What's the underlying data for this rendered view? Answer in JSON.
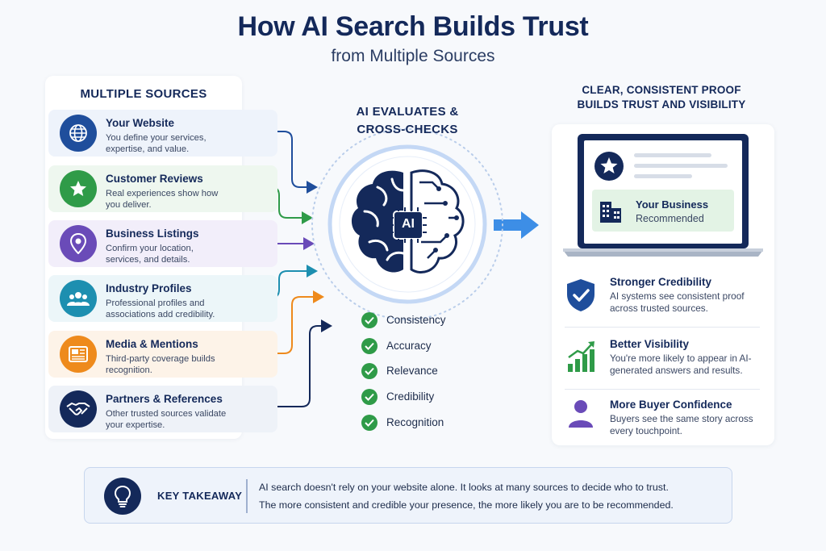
{
  "header": {
    "title": "How AI Search Builds Trust",
    "subtitle": "from Multiple Sources"
  },
  "sources": {
    "heading": "MULTIPLE SOURCES",
    "items": [
      {
        "title": "Your Website",
        "desc": "You define your services, expertise, and value.",
        "icon": "globe-icon",
        "color": "#1f4e9c",
        "tint": "#eef3fb"
      },
      {
        "title": "Customer Reviews",
        "desc": "Real experiences show how you deliver.",
        "icon": "star-icon",
        "color": "#2f9b48",
        "tint": "#eef7ef"
      },
      {
        "title": "Business Listings",
        "desc": "Confirm your location, services, and details.",
        "icon": "location-pin-icon",
        "color": "#6a4bb8",
        "tint": "#f2eefa"
      },
      {
        "title": "Industry Profiles",
        "desc": "Professional profiles and associations add credibility.",
        "icon": "people-group-icon",
        "color": "#1d8fb0",
        "tint": "#ecf6f9"
      },
      {
        "title": "Media & Mentions",
        "desc": "Third-party coverage builds recognition.",
        "icon": "newspaper-icon",
        "color": "#ee8a1c",
        "tint": "#fdf3e8"
      },
      {
        "title": "Partners & References",
        "desc": "Other trusted sources validate your expertise.",
        "icon": "handshake-icon",
        "color": "#14295a",
        "tint": "#eef2f8"
      }
    ]
  },
  "center": {
    "heading_line1": "AI EVALUATES &",
    "heading_line2": "CROSS-CHECKS",
    "chip_label": "AI",
    "checks": [
      "Consistency",
      "Accuracy",
      "Relevance",
      "Credibility",
      "Recognition"
    ]
  },
  "right": {
    "heading_line1": "CLEAR, CONSISTENT PROOF",
    "heading_line2": "BUILDS TRUST AND VISIBILITY",
    "result_title": "Your Business",
    "result_subtitle": "Recommended",
    "benefits": [
      {
        "title": "Stronger Credibility",
        "desc": "AI systems see consistent proof across trusted sources.",
        "icon": "shield-check-icon"
      },
      {
        "title": "Better Visibility",
        "desc": "You're more likely to appear in AI-generated answers and results.",
        "icon": "growth-chart-icon"
      },
      {
        "title": "More Buyer Confidence",
        "desc": "Buyers see the same story across every touchpoint.",
        "icon": "user-icon"
      }
    ]
  },
  "takeaway": {
    "label": "KEY TAKEAWAY",
    "line1": "AI search doesn't rely on your website alone. It looks at many sources to decide who to trust.",
    "line2": "The more consistent and credible your presence, the more likely you are to be recommended."
  },
  "colors": {
    "navy": "#14295a",
    "blue": "#1f4e9c",
    "green": "#2f9b48",
    "purple": "#6a4bb8",
    "teal": "#1d8fb0",
    "orange": "#ee8a1c"
  }
}
